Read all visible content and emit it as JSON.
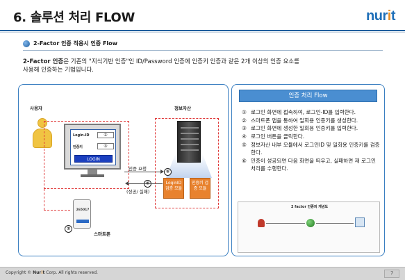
{
  "header": {
    "title": "6. 솔루션 처리 FLOW",
    "logo": {
      "main": "nur",
      "accent": "i",
      "tail": "t"
    }
  },
  "section": {
    "heading": "2-Factor 인증 적용시 인증 Flow"
  },
  "description": {
    "term": "2-Factor 인증",
    "text_line1": "은 기존의 \"지식기반 인증\"인 ID/Password 인증에 인증키 인증과 같은 2개 이상의 인증 요소를",
    "text_line2": "사용해 인증하는 기법입니다."
  },
  "diagram": {
    "user_label": "사용자",
    "server_label": "정보자산",
    "login_id_label": "Login-ID",
    "otp_label": "인증키",
    "login_button": "LOGIN",
    "step1": "①",
    "step3": "③",
    "step2": "②",
    "step5": "⑤",
    "step6": "⑥",
    "auth_request": "인증 요청",
    "result_label": "(성공/ 실패)",
    "smartphone_label": "스마트폰",
    "phone_otp_value": "265017",
    "module_loginid": "LoginID 검증 모듈",
    "module_otp": "인증키 검증 모듈"
  },
  "flow": {
    "title": "인증 처리 Flow",
    "items": [
      {
        "num": "①",
        "text": "로그인 화면에 접속하여, 로그인-ID를 입력한다."
      },
      {
        "num": "②",
        "text": "스마트폰 앱을 통하여 일회용 인증키를 생성한다."
      },
      {
        "num": "③",
        "text": "로그인 화면에 생성한 일회용 인증키를 입력한다."
      },
      {
        "num": "④",
        "text": "로그인 버튼을 클릭한다."
      },
      {
        "num": "⑤",
        "text": "정보자산 내부 모듈에서 로그인ID 및 일회용 인증키를 검증한다."
      },
      {
        "num": "⑥",
        "text": "인증이 성공되면 다음 화면을 띄우고, 실패하면 재 로그인 처리를 수행한다."
      }
    ],
    "mini_title": "2 factor 인증의 개념도"
  },
  "footer": {
    "copyright_prefix": "Copyright © ",
    "brand_nur": "Nur",
    "brand_i": "i",
    "brand_t": "t",
    "copyright_suffix": " Corp. All rights reserved.",
    "page_number": "7"
  },
  "colors": {
    "accent_blue": "#1f6fb8",
    "accent_orange": "#e8922a",
    "dash_red": "#e03a3a",
    "panel_border": "#3a7fc1"
  }
}
